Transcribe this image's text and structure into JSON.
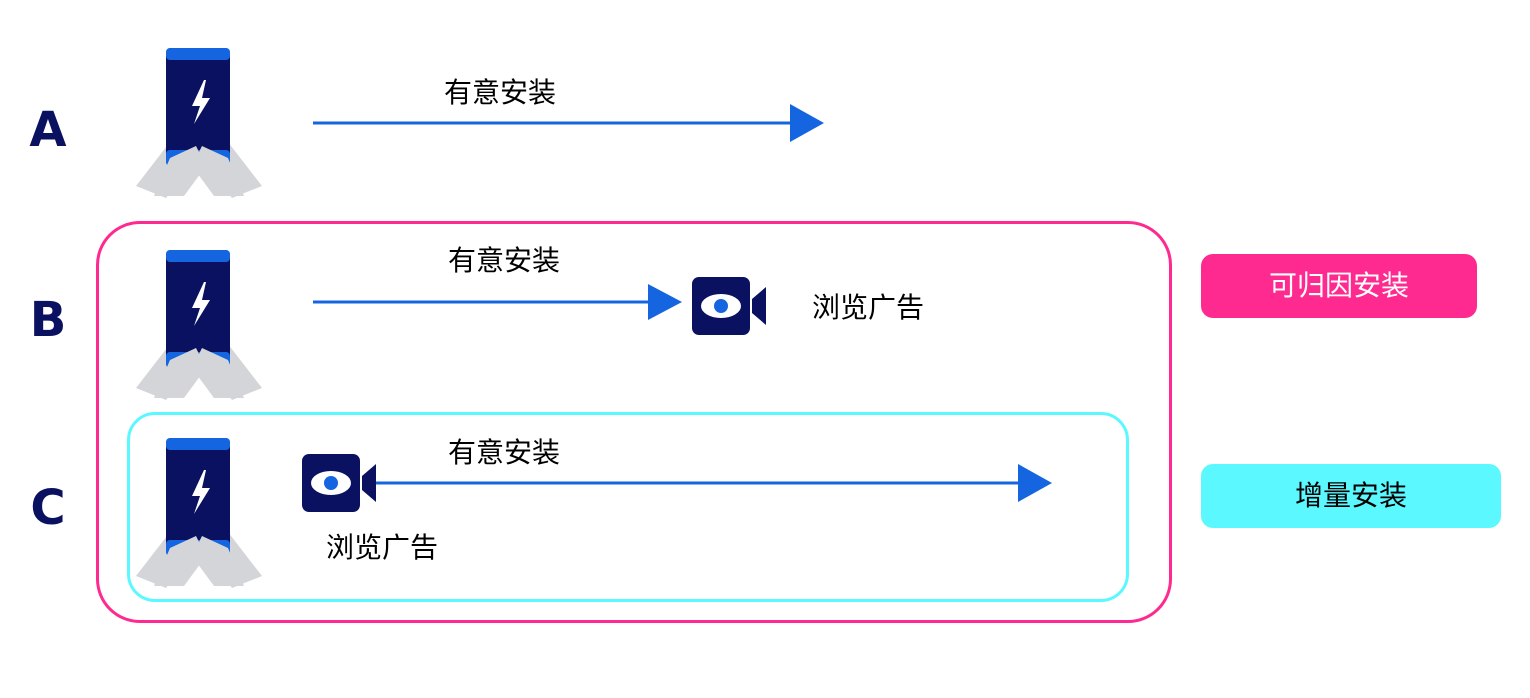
{
  "colors": {
    "navy": "#0a1160",
    "blue": "#1565e0",
    "hand_gray": "#d4d5d9",
    "attributable": "#ff2a8f",
    "incremental": "#5cf8ff",
    "attributable_text": "#ffffff",
    "incremental_text": "#000000"
  },
  "rows": [
    {
      "letter": "A",
      "install_label": "有意安装"
    },
    {
      "letter": "B",
      "install_label": "有意安装",
      "ad_label": "浏览广告"
    },
    {
      "letter": "C",
      "install_label": "有意安装",
      "ad_label": "浏览广告"
    }
  ],
  "legend": {
    "attributable": "可归因安装",
    "incremental": "增量安装"
  },
  "icons": {
    "phone": "phone-in-hands-icon",
    "ad": "eye-video-camera-icon"
  }
}
